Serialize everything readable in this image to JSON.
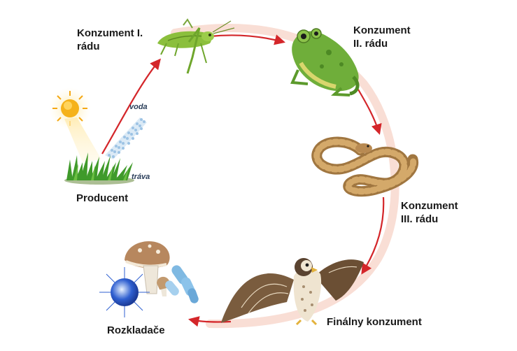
{
  "labels": {
    "producer": "Producent",
    "consumer1_line1": "Konzument I.",
    "consumer1_line2": "rádu",
    "consumer2_line1": "Konzument",
    "consumer2_line2": "II. rádu",
    "consumer3_line1": "Konzument",
    "consumer3_line2": "III. rádu",
    "final_consumer": "Finálny konzument",
    "decomposers": "Rozkladače",
    "water": "voda",
    "grass": "tráva"
  },
  "colors": {
    "arrow": "#d4262a",
    "ring": "#f6d3c6",
    "sun": "#f5b21a",
    "grass": "#3f9a2a",
    "frog": "#6fae3a",
    "snake": "#b48550",
    "falcon": "#7a5c3e",
    "mushroom_cap": "#b7875e",
    "bacteria": "#7fb9e2"
  },
  "icons": [
    "sun-icon",
    "water-icon",
    "grass-icon",
    "grasshopper-icon",
    "frog-icon",
    "snake-icon",
    "falcon-icon",
    "mushroom-icon",
    "bacteria-icon"
  ]
}
